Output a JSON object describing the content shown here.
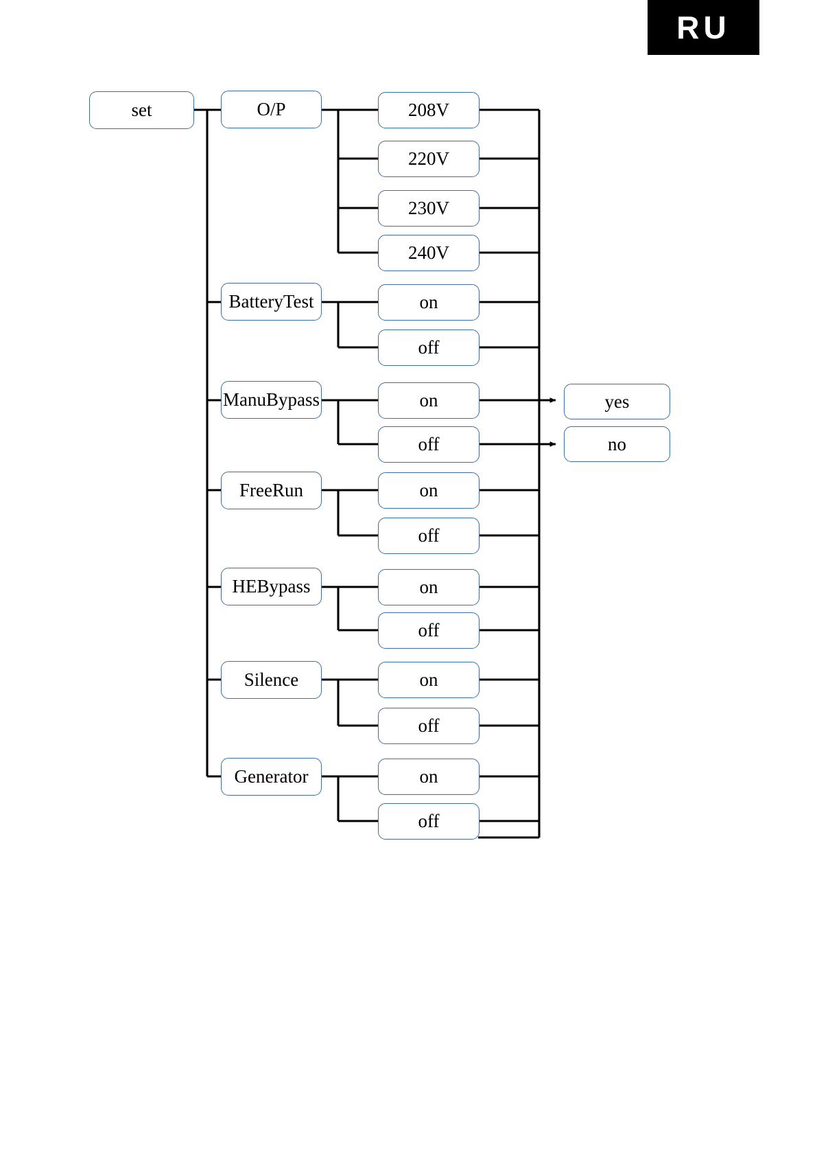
{
  "corner_tag": {
    "label": "RU"
  },
  "diagram": {
    "type": "menu-tree",
    "colors": {
      "box_border": "#3c6ea5",
      "wire": "#000000",
      "tag_bg": "#000000",
      "tag_fg": "#ffffff"
    },
    "root": {
      "label": "set"
    },
    "menu_items": [
      {
        "label": "O/P",
        "options": [
          "208V",
          "220V",
          "230V",
          "240V"
        ]
      },
      {
        "label": "BatteryTest",
        "options": [
          "on",
          "off"
        ]
      },
      {
        "label": "ManuBypass",
        "options": [
          "on",
          "off"
        ]
      },
      {
        "label": "FreeRun",
        "options": [
          "on",
          "off"
        ]
      },
      {
        "label": "HEBypass",
        "options": [
          "on",
          "off"
        ]
      },
      {
        "label": "Silence",
        "options": [
          "on",
          "off"
        ]
      },
      {
        "label": "Generator",
        "options": [
          "on",
          "off"
        ]
      }
    ],
    "confirm_options": [
      {
        "label": "yes"
      },
      {
        "label": "no"
      }
    ]
  }
}
